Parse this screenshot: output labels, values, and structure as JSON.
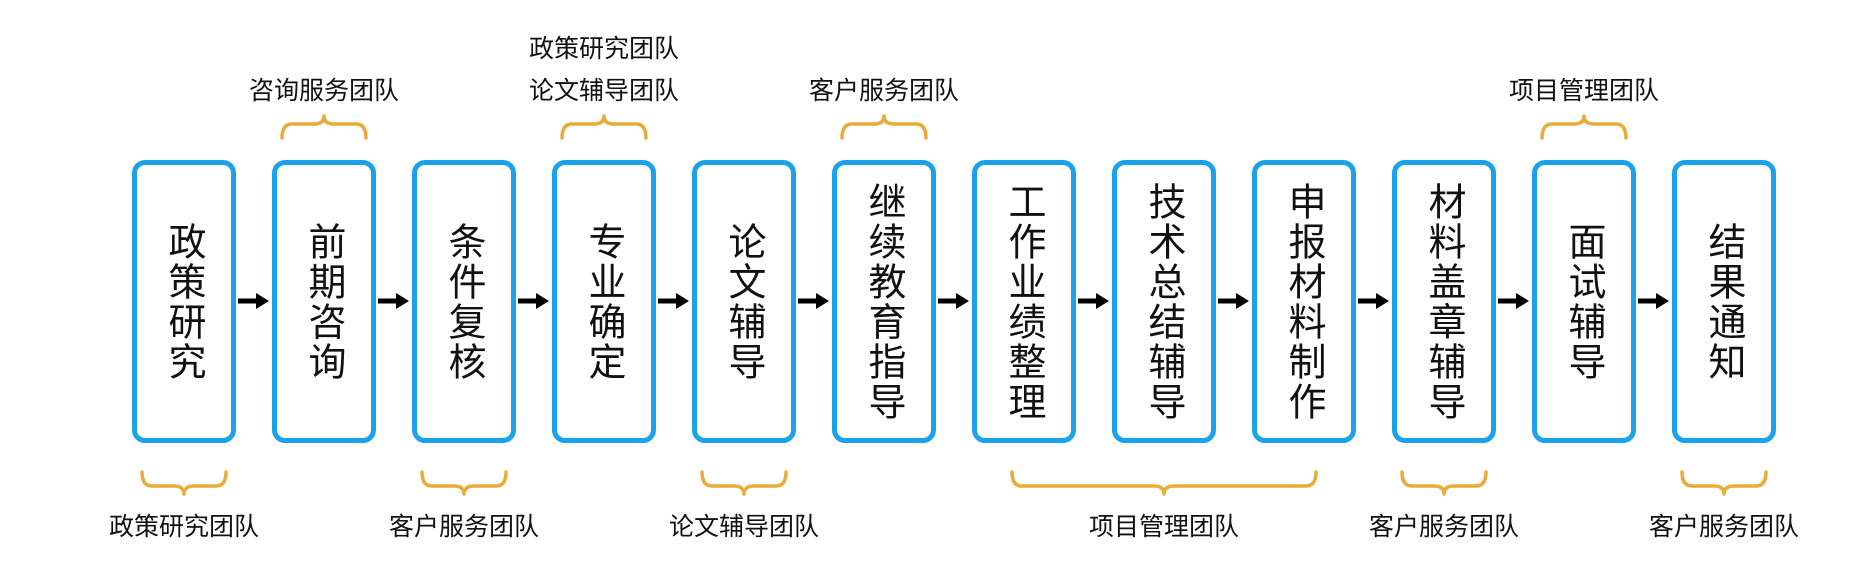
{
  "colors": {
    "box_border": "#1aa3ea",
    "brace": "#e8ac3a",
    "arrow": "#000000",
    "text": "#111111"
  },
  "steps": [
    {
      "label": "政策研究"
    },
    {
      "label": "前期咨询"
    },
    {
      "label": "条件复核"
    },
    {
      "label": "专业确定"
    },
    {
      "label": "论文辅导"
    },
    {
      "label": "继续教育指导"
    },
    {
      "label": "工作业绩整理"
    },
    {
      "label": "技术总结辅导"
    },
    {
      "label": "申报材料制作"
    },
    {
      "label": "材料盖章辅导"
    },
    {
      "label": "面试辅导"
    },
    {
      "label": "结果通知"
    }
  ],
  "top_teams": [
    {
      "lines": [
        "咨询服务团队"
      ]
    },
    {
      "lines": [
        "政策研究团队",
        "论文辅导团队"
      ]
    },
    {
      "lines": [
        "客户服务团队"
      ]
    },
    {
      "lines": [
        "项目管理团队"
      ]
    }
  ],
  "bottom_teams": [
    {
      "text": "政策研究团队"
    },
    {
      "text": "客户服务团队"
    },
    {
      "text": "论文辅导团队"
    },
    {
      "text": "项目管理团队"
    },
    {
      "text": "客户服务团队"
    },
    {
      "text": "客户服务团队"
    }
  ]
}
